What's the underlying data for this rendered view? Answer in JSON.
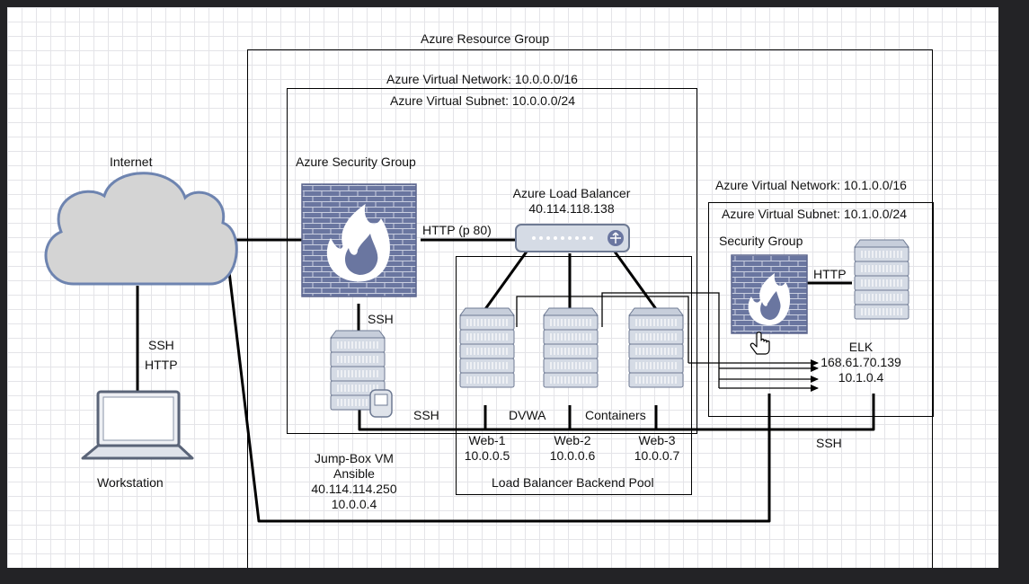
{
  "groups": {
    "resource_group": "Azure Resource Group",
    "vnet1": "Azure Virtual Network: 10.0.0.0/16",
    "subnet1": "Azure Virtual Subnet: 10.0.0.0/24",
    "vnet2": "Azure Virtual Network: 10.1.0.0/16",
    "subnet2": "Azure Virtual Subnet: 10.1.0.0/24",
    "backend_pool": "Load Balancer Backend Pool"
  },
  "nodes": {
    "internet": "Internet",
    "workstation": "Workstation",
    "azure_security_group": "Azure Security Group",
    "load_balancer_title": "Azure Load Balancer",
    "load_balancer_ip": "40.114.118.138",
    "jumpbox_name": "Jump-Box VM",
    "jumpbox_role": "Ansible",
    "jumpbox_ip_public": "40.114.114.250",
    "jumpbox_ip_private": "10.0.0.4",
    "web1_name": "Web-1",
    "web1_ip": "10.0.0.5",
    "web2_name": "Web-2",
    "web2_ip": "10.0.0.6",
    "web3_name": "Web-3",
    "web3_ip": "10.0.0.7",
    "security_group": "Security Group",
    "elk_name": "ELK",
    "elk_ip_public": "168.61.70.139",
    "elk_ip_private": "10.1.0.4"
  },
  "edges": {
    "http_p80": "HTTP (p 80)",
    "ssh_jumpbox": "SSH",
    "ssh_workstation": "SSH",
    "http_workstation": "HTTP",
    "ssh_web": "SSH",
    "dvwa": "DVWA",
    "containers": "Containers",
    "http_elk": "HTTP",
    "ssh_elk": "SSH"
  },
  "icons": [
    "cloud-icon",
    "laptop-icon",
    "firewall-icon",
    "load-balancer-icon",
    "server-icon",
    "hand-cursor-icon"
  ],
  "colors": {
    "server_fill": "#d5dbe5",
    "server_stroke": "#6e7a93",
    "firewall_fill": "#6a76a0",
    "flame": "#ffffff",
    "cloud_fill": "#d4d4d4",
    "cloud_stroke": "#6e84b0"
  }
}
